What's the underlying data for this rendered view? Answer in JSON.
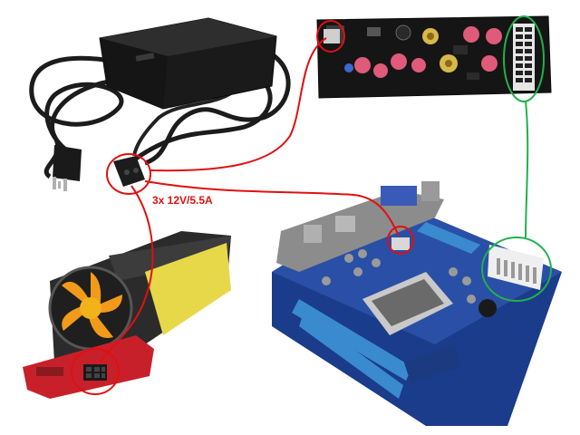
{
  "annotation": {
    "text": "3x 12V/5.5A",
    "color": "#e01010"
  },
  "colors": {
    "red_callout": "#e01010",
    "green_callout": "#22b14c",
    "pcb_black": "#141414",
    "motherboard_blue": "#2a4fa6",
    "gpu_orange": "#f29a1a"
  },
  "objects": [
    {
      "name": "ac-power-adapter"
    },
    {
      "name": "dc-dc-power-board"
    },
    {
      "name": "graphics-card"
    },
    {
      "name": "mini-itx-motherboard"
    }
  ]
}
